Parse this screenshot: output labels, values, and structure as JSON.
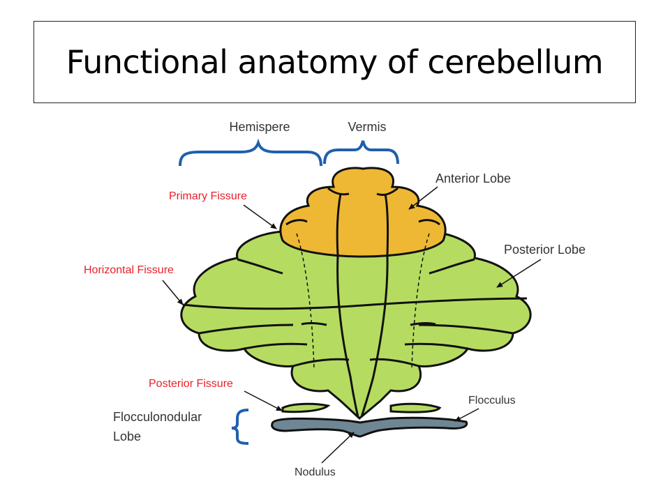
{
  "title": "Functional anatomy of cerebellum",
  "labels": {
    "hemisphere": "Hemispere",
    "vermis": "Vermis",
    "anterior_lobe": "Anterior Lobe",
    "posterior_lobe": "Posterior Lobe",
    "primary_fissure": "Primary Fissure",
    "horizontal_fissure": "Horizontal Fissure",
    "posterior_fissure": "Posterior Fissure",
    "flocculonodular_line1": "Flocculonodular",
    "flocculonodular_line2": "Lobe",
    "flocculus": "Flocculus",
    "nodulus": "Nodulus"
  },
  "colors": {
    "anterior_lobe": "#efb834",
    "posterior_lobe": "#b5dc60",
    "flocculonodular_lobe": "#6f8794",
    "fissure_label": "#e8202a",
    "bracket": "#1f5fae",
    "text": "#333333",
    "outline": "#111111"
  }
}
